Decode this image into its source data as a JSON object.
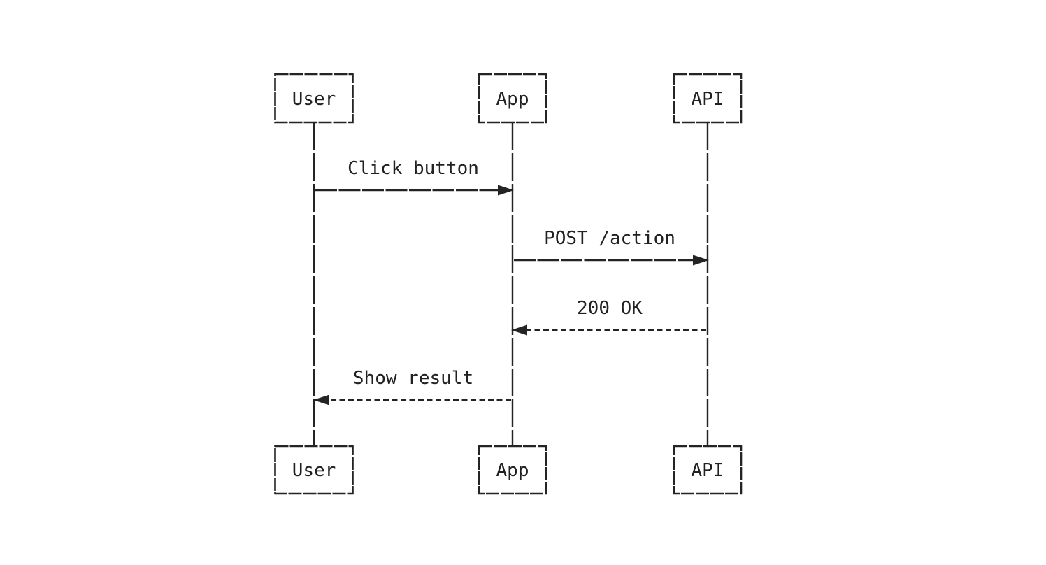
{
  "diagram": {
    "type": "sequence-diagram",
    "background_color": "#ffffff",
    "stroke_color": "#242424",
    "text_color": "#212121",
    "actors": [
      {
        "id": "user",
        "label": "User"
      },
      {
        "id": "app",
        "label": "App"
      },
      {
        "id": "api",
        "label": "API"
      }
    ],
    "messages": [
      {
        "from": "User",
        "to": "App",
        "label": "Click button",
        "line_style": "solid"
      },
      {
        "from": "App",
        "to": "API",
        "label": "POST /action",
        "line_style": "solid"
      },
      {
        "from": "API",
        "to": "App",
        "label": "200 OK",
        "line_style": "dashed"
      },
      {
        "from": "App",
        "to": "User",
        "label": "Show result",
        "line_style": "dashed"
      }
    ]
  }
}
